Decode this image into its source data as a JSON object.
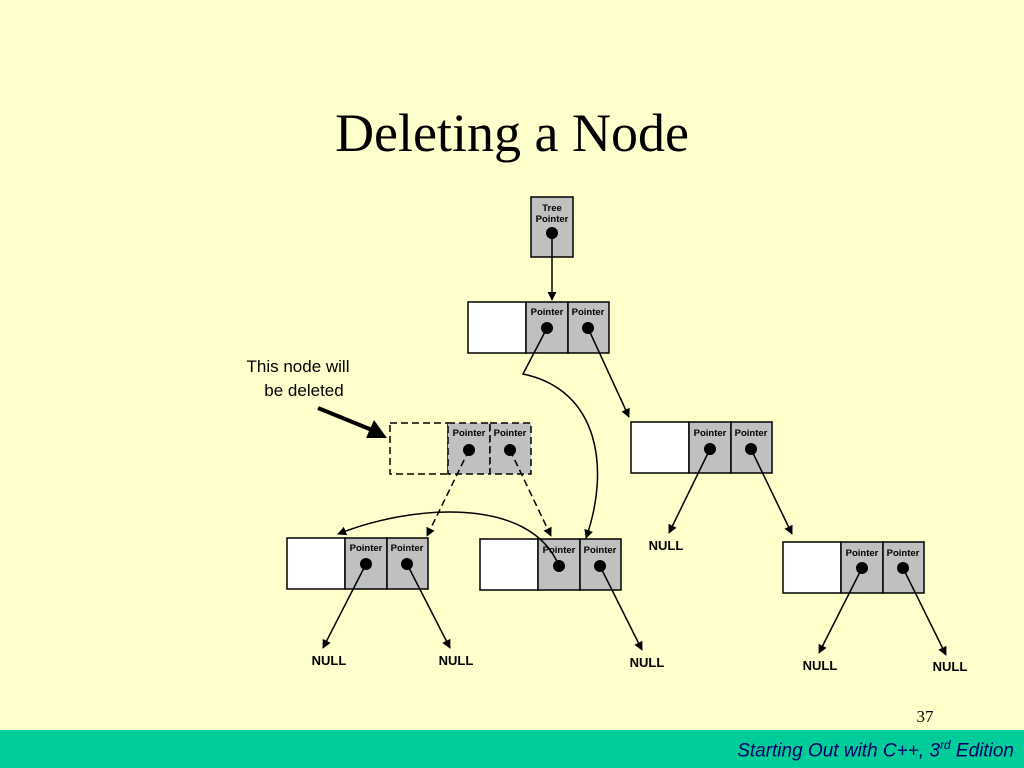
{
  "slide": {
    "title": "Deleting a Node",
    "page_number": "37"
  },
  "diagram": {
    "tree_pointer_label_line1": "Tree",
    "tree_pointer_label_line2": "Pointer",
    "pointer_label": "Pointer",
    "null_label": "NULL",
    "callout_line1": "This node will",
    "callout_line2": "be deleted"
  },
  "footer": {
    "text_main": "Starting Out with C++, 3",
    "text_sup": "rd",
    "text_end": " Edition"
  },
  "colors": {
    "background": "#ffffcc",
    "footer_bar": "#00cc99",
    "footer_text": "#000066",
    "pointer_cell": "#c0c0c0"
  }
}
